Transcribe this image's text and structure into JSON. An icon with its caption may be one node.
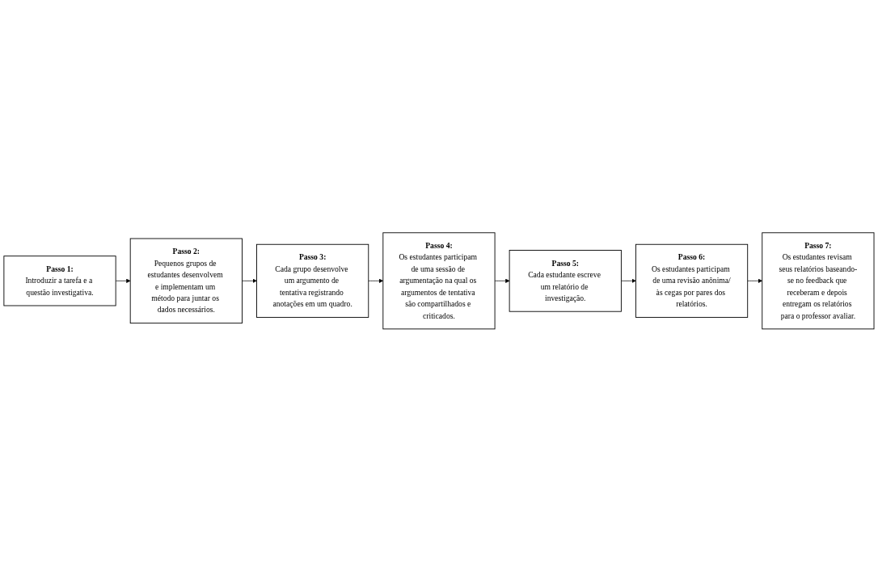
{
  "diagram": {
    "nodes": [
      {
        "text": [
          "Passo 1:",
          "Introduzir a tarefa e a questão investigativa."
        ]
      },
      {
        "text": [
          "Passo 2:",
          "Pequenos grupos de estudantes desenvolvem e implementam um método para juntar os dados necessários."
        ]
      },
      {
        "text": [
          "Passo 3:",
          "Cada grupo desenvolve um argumento de tentativa registrando anotações em um quadro."
        ]
      },
      {
        "text": [
          "Passo 4:",
          "Os estudantes participam de uma sessão de argumentação na qual os argumentos de tentativa são compartilhados e criticados."
        ]
      },
      {
        "text": [
          "Passo 5:",
          "Cada estudante escreve um relatório de investigação."
        ]
      },
      {
        "text": [
          "Passo 6:",
          "Os estudantes participam de uma revisão anônima/às cegas por pares dos relatórios."
        ]
      },
      {
        "text": [
          "Passo 7:",
          "Os estudantes revisam seus relatórios baseando-se no feedback que receberam e depois entregam os relatórios para o professor avaliar."
        ]
      }
    ],
    "edges": [
      {
        "from": 0,
        "to": 1,
        "arrow": "to"
      },
      {
        "from": 1,
        "to": 2,
        "arrow": "to"
      },
      {
        "from": 2,
        "to": 3,
        "arrow": "to"
      },
      {
        "from": 3,
        "to": 4,
        "arrow": "to"
      },
      {
        "from": 4,
        "to": 5,
        "arrow": "to"
      },
      {
        "from": 5,
        "to": 6,
        "arrow": "to"
      }
    ]
  }
}
